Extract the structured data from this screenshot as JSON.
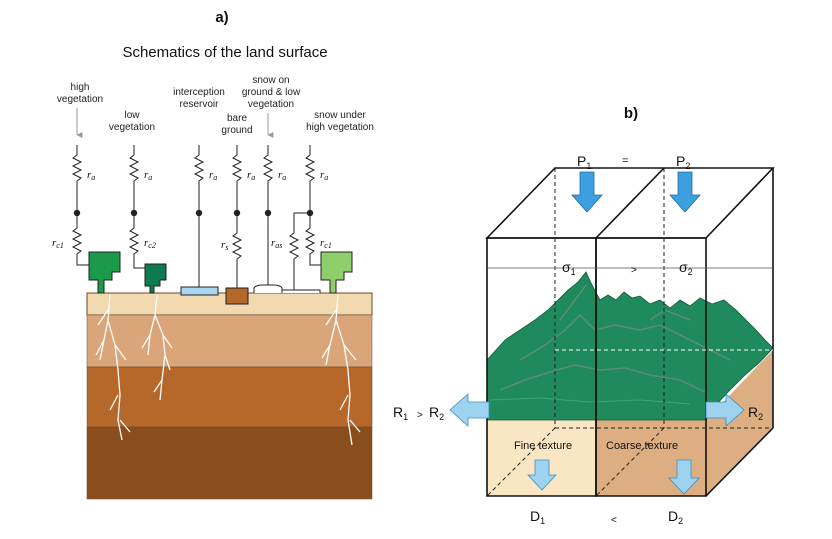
{
  "panel_a": {
    "letter": "a)",
    "title": "Schematics of the land surface",
    "labels": {
      "high_vegetation_1": "high",
      "high_vegetation_2": "vegetation",
      "low_vegetation_1": "low",
      "low_vegetation_2": "vegetation",
      "interception_1": "interception",
      "interception_2": "reservoir",
      "bare_1": "bare",
      "bare_2": "ground",
      "snow_low_1": "snow on",
      "snow_low_2": "ground & low",
      "snow_low_3": "vegetation",
      "snow_high_1": "snow under",
      "snow_high_2": "high vegetation"
    },
    "resistances": {
      "ra": "ra",
      "rc1": "rc1",
      "rc2": "rc2",
      "rs": "rs",
      "ras": "ras"
    },
    "colors": {
      "soil_top": "#f3d9b0",
      "soil_layer2": "#dba57a",
      "soil_layer3": "#b5682a",
      "soil_layer4": "#8a4d1c",
      "high_veg": "#1a9a4a",
      "low_veg": "#0f7a50",
      "snow_veg": "#8fce6a",
      "interception": "#a9d6ef",
      "bare_ground": "#b5682a"
    }
  },
  "panel_b": {
    "letter": "b)",
    "labels": {
      "p1": "P",
      "p1_sub": "1",
      "eq": "=",
      "p2": "P",
      "p2_sub": "2",
      "sigma1": "σ",
      "sigma1_sub": "1",
      "gt": ">",
      "sigma2": "σ",
      "sigma2_sub": "2",
      "r1": "R",
      "r1_sub": "1",
      "r_gt": ">",
      "r2_left": "R",
      "r2_left_sub": "2",
      "r2": "R",
      "r2_sub": "2",
      "fine": "Fine texture",
      "coarse": "Coarse texture",
      "d1": "D",
      "d1_sub": "1",
      "lt": "<",
      "d2": "D",
      "d2_sub": "2"
    },
    "colors": {
      "arrow": "#3d9ee0",
      "arrow_light": "#9dd3f0",
      "fine_soil": "#fbe6c4",
      "coarse_soil": "#dcae82",
      "terrain": "#1f8a5c"
    }
  }
}
